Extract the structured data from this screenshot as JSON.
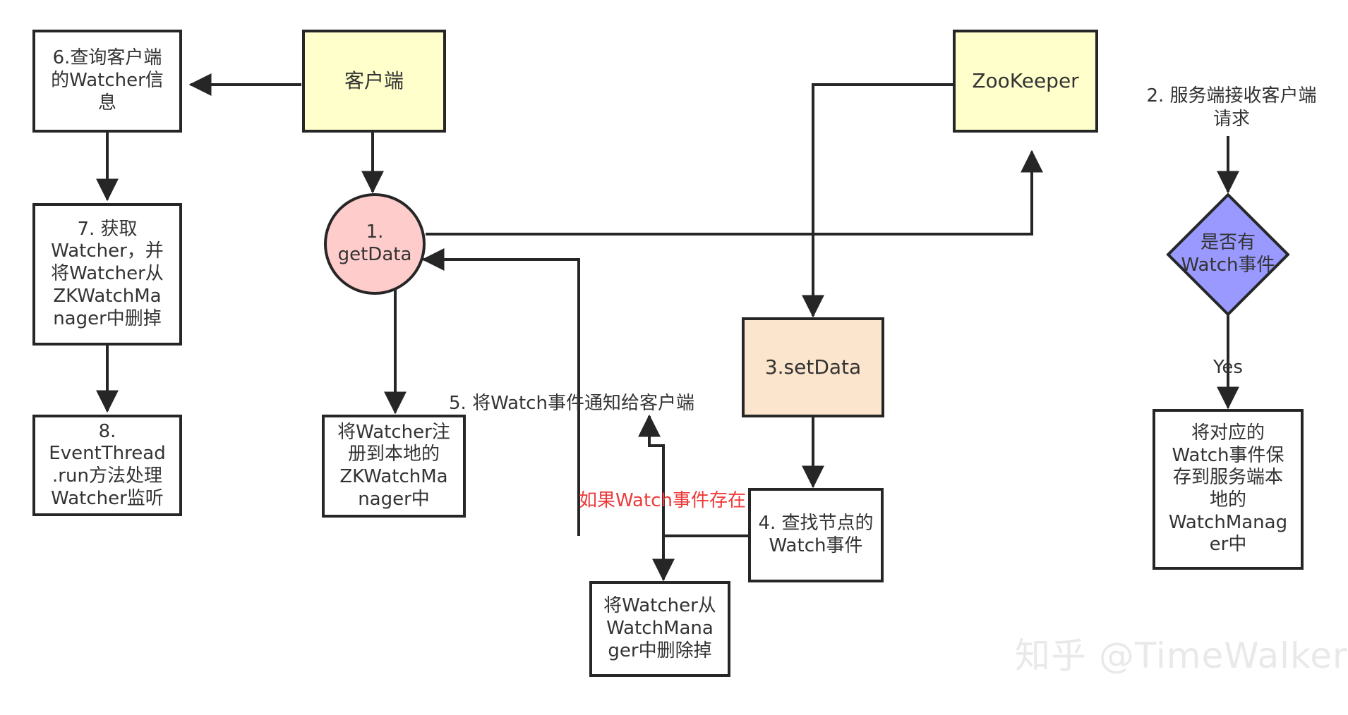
{
  "diagram": {
    "title": "ZooKeeper Watcher 机制流程图",
    "colors": {
      "stroke": "#262626",
      "client_fill": "#ffffcc",
      "zookeeper_fill": "#ffffcc",
      "getdata_fill": "#ffcccc",
      "setdata_fill": "#fce5cd",
      "decision_fill": "#9999ff",
      "plain_fill": "#ffffff",
      "text": "#333333",
      "red_text": "#ee3b3b",
      "watermark": "#e9e9e9"
    },
    "nodes": [
      {
        "id": "step6",
        "label": "6.查询客户端\n的Watcher信\n息",
        "shape": "rect",
        "fill": "plain"
      },
      {
        "id": "step7",
        "label": "7. 获取\nWatcher，并\n将Watcher从\nZKWatchMa\nnager中删掉",
        "shape": "rect",
        "fill": "plain"
      },
      {
        "id": "step8",
        "label": "8.\nEventThread\n.run方法处理\nWatcher监听",
        "shape": "rect",
        "fill": "plain"
      },
      {
        "id": "client",
        "label": "客户端",
        "shape": "rect",
        "fill": "yellow"
      },
      {
        "id": "getdata",
        "label": "1.\ngetData",
        "shape": "circle",
        "fill": "pink"
      },
      {
        "id": "register",
        "label": "将Watcher注\n册到本地的\nZKWatchMa\nnager中",
        "shape": "rect",
        "fill": "plain"
      },
      {
        "id": "zookeeper",
        "label": "ZooKeeper",
        "shape": "rect",
        "fill": "yellow"
      },
      {
        "id": "setdata",
        "label": "3.setData",
        "shape": "rect",
        "fill": "peach"
      },
      {
        "id": "step4",
        "label": "4. 查找节点的\nWatch事件",
        "shape": "rect",
        "fill": "plain"
      },
      {
        "id": "removewm",
        "label": "将Watcher从\nWatchMana\nger中删除掉",
        "shape": "rect",
        "fill": "plain"
      },
      {
        "id": "decision",
        "label": "是否有\nWatch事件",
        "shape": "diamond",
        "fill": "purple"
      },
      {
        "id": "savewatch",
        "label": "将对应的\nWatch事件保\n存到服务端本\n地的\nWatchManag\ner中",
        "shape": "rect",
        "fill": "plain"
      }
    ],
    "edge_labels": [
      {
        "id": "step2",
        "text": "2. 服务端接收客户端\n请求"
      },
      {
        "id": "step5",
        "text": "5. 将Watch事件通知给客户端"
      },
      {
        "id": "condition",
        "text": "如果Watch事件存在"
      },
      {
        "id": "yes",
        "text": "Yes"
      }
    ],
    "watermark": "知乎 @TimeWalker"
  }
}
